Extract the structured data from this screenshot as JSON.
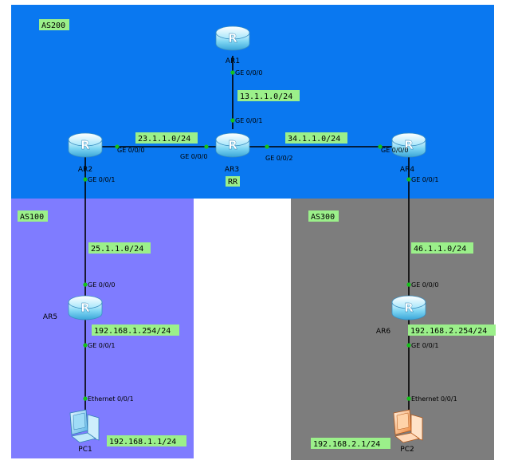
{
  "areas": {
    "as200": {
      "label": "AS200",
      "color": "#0a78f0"
    },
    "as100": {
      "label": "AS100",
      "color": "#7f7cff"
    },
    "as300": {
      "label": "AS300",
      "color": "#7d7d7d"
    }
  },
  "routers": {
    "ar1": {
      "name": "AR1",
      "icon": "router-icon"
    },
    "ar2": {
      "name": "AR2",
      "icon": "router-icon"
    },
    "ar3": {
      "name": "AR3",
      "icon": "router-icon",
      "role": "RR"
    },
    "ar4": {
      "name": "AR4",
      "icon": "router-icon"
    },
    "ar5": {
      "name": "AR5",
      "icon": "router-icon"
    },
    "ar6": {
      "name": "AR6",
      "icon": "router-icon"
    }
  },
  "hosts": {
    "pc1": {
      "name": "PC1",
      "icon": "pc-icon",
      "address": "192.168.1.1/24"
    },
    "pc2": {
      "name": "PC2",
      "icon": "pc-icon",
      "address": "192.168.2.1/24"
    }
  },
  "subnets": {
    "ar1_ar3": "13.1.1.0/24",
    "ar2_ar3": "23.1.1.0/24",
    "ar3_ar4": "34.1.1.0/24",
    "ar2_ar5": "25.1.1.0/24",
    "ar4_ar6": "46.1.1.0/24",
    "ar5_lan": "192.168.1.254/24",
    "ar6_lan": "192.168.2.254/24"
  },
  "ports": {
    "ar1_down": "GE 0/0/0",
    "ar3_up": "GE 0/0/1",
    "ar2_right": "GE 0/0/0",
    "ar3_left": "GE 0/0/0",
    "ar3_right": "GE 0/0/2",
    "ar4_left": "GE 0/0/0",
    "ar2_down": "GE 0/0/1",
    "ar4_down": "GE 0/0/1",
    "ar5_up": "GE 0/0/0",
    "ar5_down": "GE 0/0/1",
    "ar6_up": "GE 0/0/0",
    "ar6_down": "GE 0/0/1",
    "pc1_port": "Ethernet 0/0/1",
    "pc2_port": "Ethernet 0/0/1"
  }
}
